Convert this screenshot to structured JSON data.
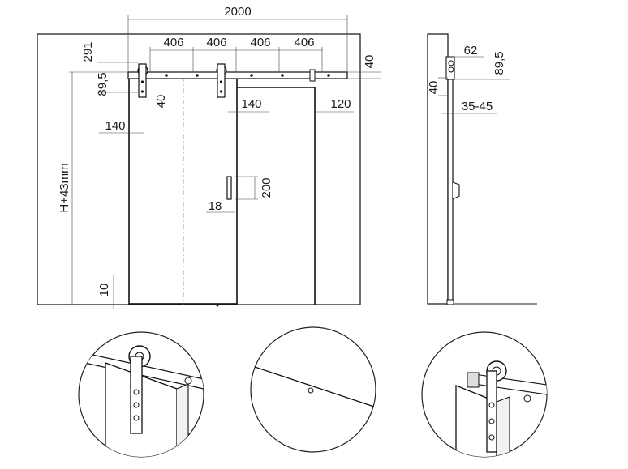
{
  "front_view": {
    "overall_width": "2000",
    "spacings": [
      "406",
      "406",
      "406",
      "406"
    ],
    "hanger_offset_top": "291",
    "rail_height": "40",
    "rail_to_door_top": "89,5",
    "door_overlap_left": "140",
    "door_overlap_right": "140",
    "rail_end_right": "120",
    "door_top_gap": "40",
    "door_height_formula": "H+43mm",
    "floor_gap": "10",
    "handle_height": "200",
    "handle_width": "18"
  },
  "side_view": {
    "hanger_depth": "62",
    "rail_to_door": "89,5",
    "rail_height": "40",
    "door_thickness": "35-45"
  },
  "details": [
    "hanger-detail",
    "floor-guide-detail",
    "end-stop-detail"
  ]
}
